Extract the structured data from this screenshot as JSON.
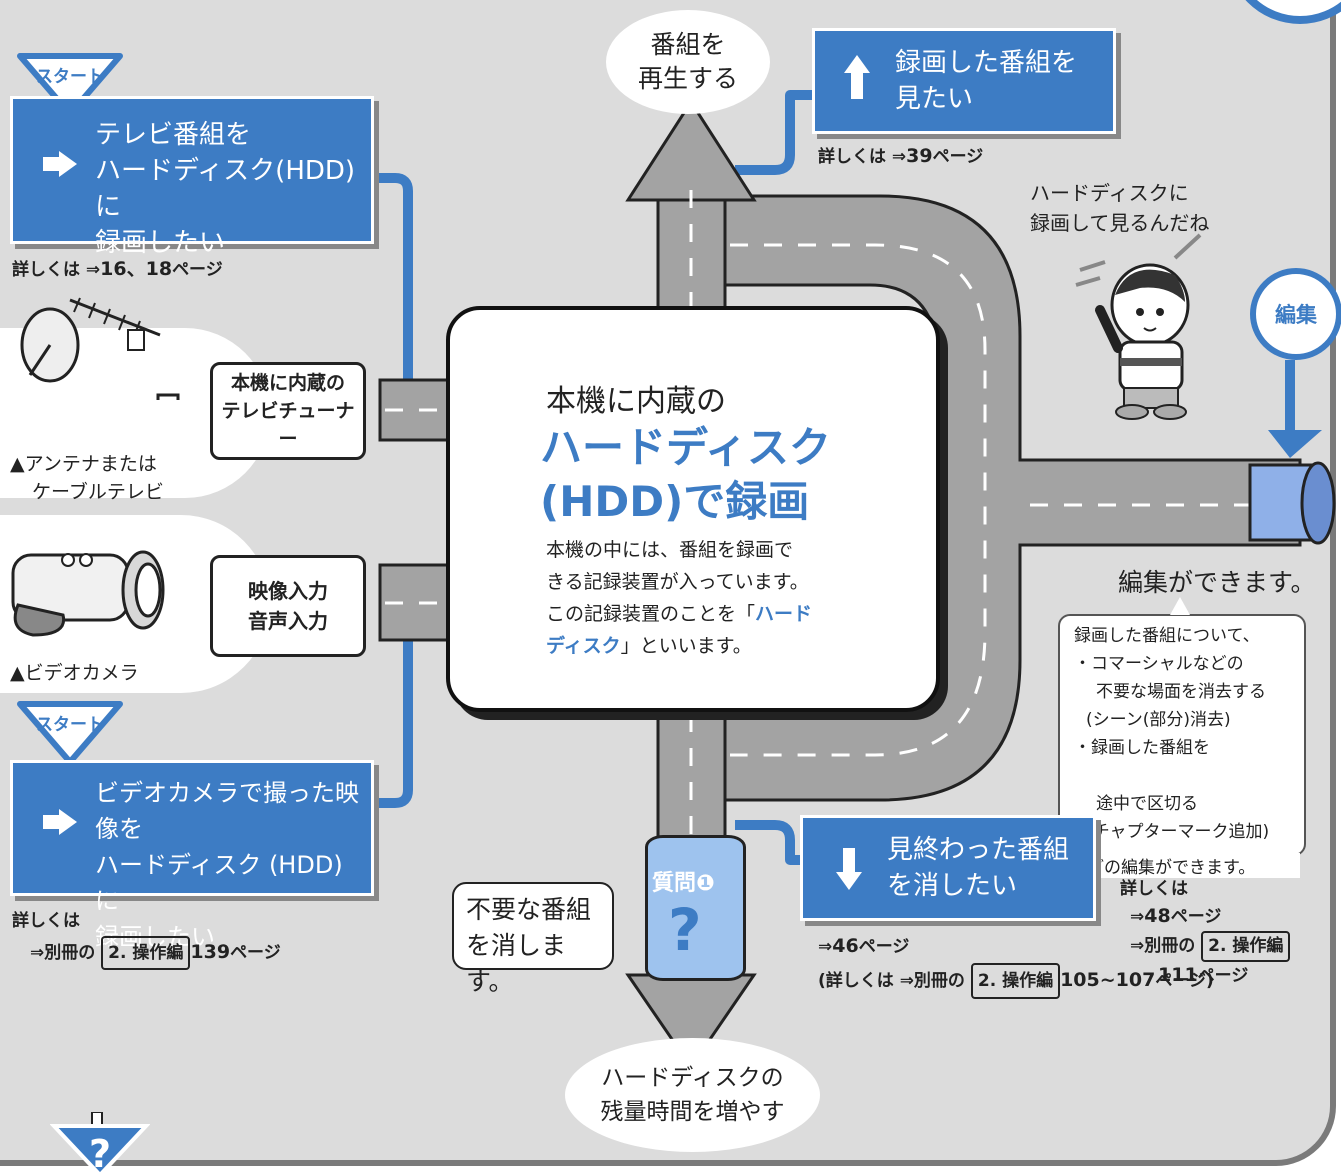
{
  "start_badge": "スタート",
  "record_tv": {
    "lines": [
      "テレビ番組を",
      "ハードディスク(HDD)に",
      "録画したい"
    ],
    "detail_prefix": "詳しくは ⇒",
    "detail_pages": "16、18",
    "detail_suffix": "ページ"
  },
  "record_camera": {
    "lines": [
      "ビデオカメラで撮った映像を",
      "ハードディスク (HDD) に",
      "録画したい"
    ],
    "detail_line1": "詳しくは",
    "detail_prefix": "⇒別冊の",
    "manual": "2. 操作編",
    "detail_page": "139",
    "detail_suffix": "ページ"
  },
  "tuner_box": [
    "本機に内蔵の",
    "テレビチューナー"
  ],
  "input_box": [
    "映像入力",
    "音声入力"
  ],
  "antenna_caption": [
    "▲アンテナまたは",
    "ケーブルテレビ"
  ],
  "camera_caption": "▲ビデオカメラ",
  "center": {
    "line1": "本機に内蔵の",
    "title1": "ハードディスク",
    "title2": "(HDD)で録画",
    "body1": "本機の中には、番組を録画で",
    "body2": "きる記録装置が入っています。",
    "body3a": "この記録装置のことを「",
    "body3b": "ハード",
    "body4a": "ディスク",
    "body4b": "」といいます。"
  },
  "play_ellipse": [
    "番組を",
    "再生する"
  ],
  "watch": {
    "lines": [
      "録画した番組を",
      "見たい"
    ],
    "detail_prefix": "詳しくは ⇒",
    "detail_page": "39",
    "detail_suffix": "ページ"
  },
  "boy_speech": [
    "ハードディスクに",
    "録画して見るんだね"
  ],
  "edit_badge": "編集",
  "edit_title": "編集ができます。",
  "edit_bubble": {
    "intro": "録画した番組について、",
    "item1": [
      "・コマーシャルなどの",
      "不要な場面を消去する",
      "(シーン(部分)消去)"
    ],
    "item2": [
      "・録画した番組を",
      "途中で区切る",
      "(チャプターマーク追加)"
    ],
    "outro": "などの編集ができます。"
  },
  "edit_detail": {
    "line1": "詳しくは",
    "line2_prefix": "⇒",
    "line2_page": "48",
    "line2_suffix": "ページ",
    "line3_prefix": "⇒別冊の",
    "manual": "2. 操作編",
    "line4_page": "111",
    "line4_suffix": "ページ"
  },
  "erase": {
    "lines": [
      "見終わった番組",
      "を消したい"
    ],
    "detail1_prefix": "⇒",
    "detail1_page": "46",
    "detail1_suffix": "ページ",
    "detail2_prefix": "(詳しくは ⇒別冊の",
    "manual": "2. 操作編",
    "detail2_pages": "105~107",
    "detail2_suffix": "ページ)"
  },
  "question_badge": "質問",
  "question_num": "❶",
  "unneeded_bubble": [
    "不要な番組",
    "を消します。"
  ],
  "remaining_ellipse": [
    "ハードディスクの",
    "残量時間を増やす"
  ],
  "colors": {
    "blue": "#3d7cc4",
    "road": "#a3a3a3",
    "panel": "#dcdcdc"
  }
}
